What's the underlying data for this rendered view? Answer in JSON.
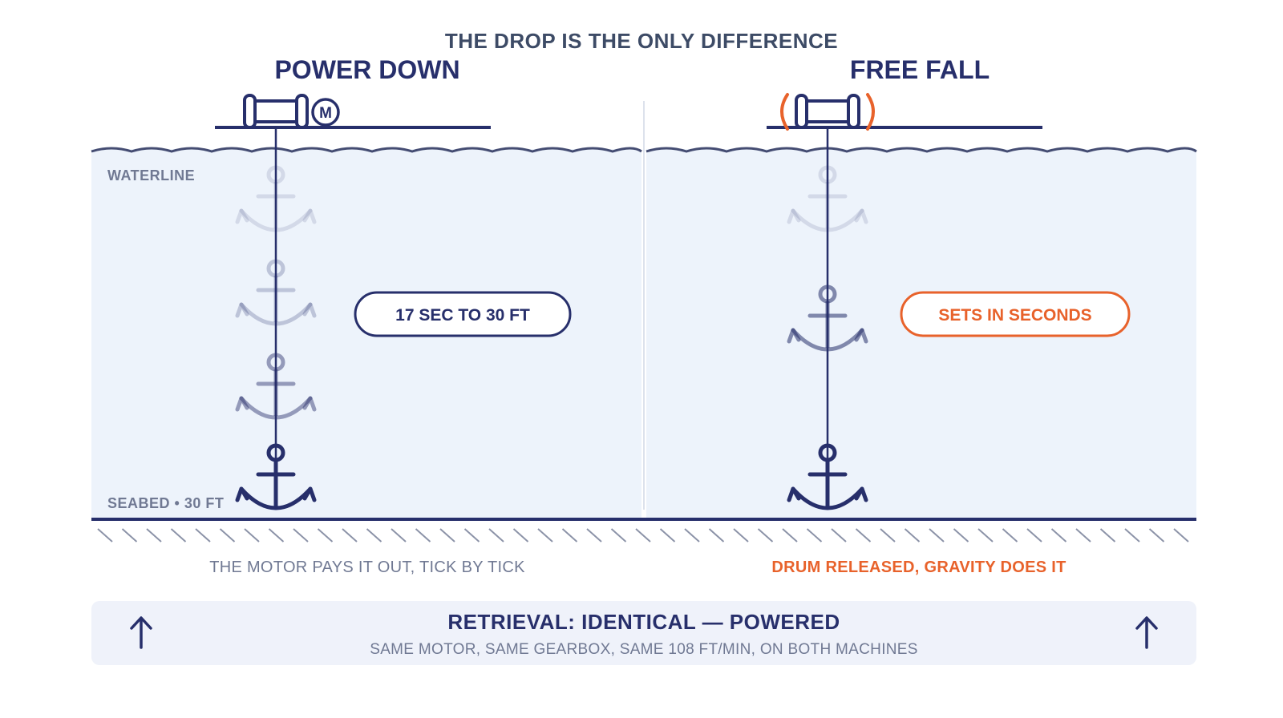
{
  "title": "THE DROP IS THE ONLY DIFFERENCE",
  "colors": {
    "navy": "#272f6b",
    "orange": "#e8622b",
    "water": "#edf3fb",
    "muted": "#707993",
    "banner_bg": "#eff2fa"
  },
  "left": {
    "heading": "POWER DOWN",
    "motor_label": "M",
    "waterline_label": "WATERLINE",
    "seabed_label": "SEABED • 30 FT",
    "pill": "17 SEC TO 30 FT",
    "caption": "THE MOTOR PAYS IT OUT, TICK BY TICK"
  },
  "right": {
    "heading": "FREE FALL",
    "pill": "SETS IN SECONDS",
    "caption": "DRUM RELEASED, GRAVITY DOES IT"
  },
  "banner": {
    "title": "RETRIEVAL: IDENTICAL — POWERED",
    "subtitle": "SAME MOTOR, SAME GEARBOX, SAME 108 FT/MIN, ON BOTH MACHINES"
  }
}
